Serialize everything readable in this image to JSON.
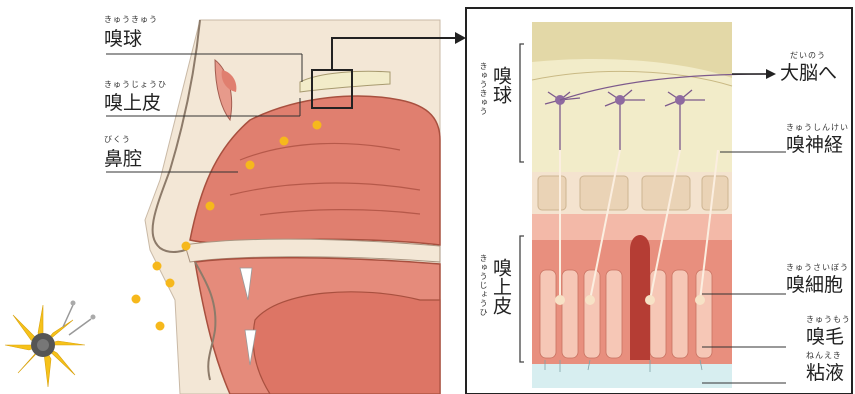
{
  "left_labels": {
    "bulb": {
      "text": "嗅球",
      "ruby": "きゅうきゅう"
    },
    "epithelium": {
      "text": "嗅上皮",
      "ruby": "きゅうじょうひ"
    },
    "cavity": {
      "text": "鼻腔",
      "ruby": "びくう"
    }
  },
  "right_labels": {
    "brain": {
      "text": "大脳へ",
      "ruby": "だいのう"
    },
    "nerve": {
      "text": "嗅神経",
      "ruby": "きゅうしんけい"
    },
    "cell": {
      "text": "嗅細胞",
      "ruby": "きゅうさいぼう"
    },
    "hair": {
      "text": "嗅毛",
      "ruby": "きゅうもう"
    },
    "mucus": {
      "text": "粘液",
      "ruby": "ねんえき"
    }
  },
  "vertical_labels": {
    "bulb": {
      "text": "嗅球",
      "ruby": "きゅうきゅう"
    },
    "epithelium": {
      "text": "嗅上皮",
      "ruby": "きゅうじょうひ"
    }
  },
  "colors": {
    "tissue": "#e07f6f",
    "tissue_dark": "#c9614f",
    "skin": "#f3e7d6",
    "bulb": "#f2ecc9",
    "odor_dots": "#f6b81c",
    "flower": "#f6c21a"
  }
}
